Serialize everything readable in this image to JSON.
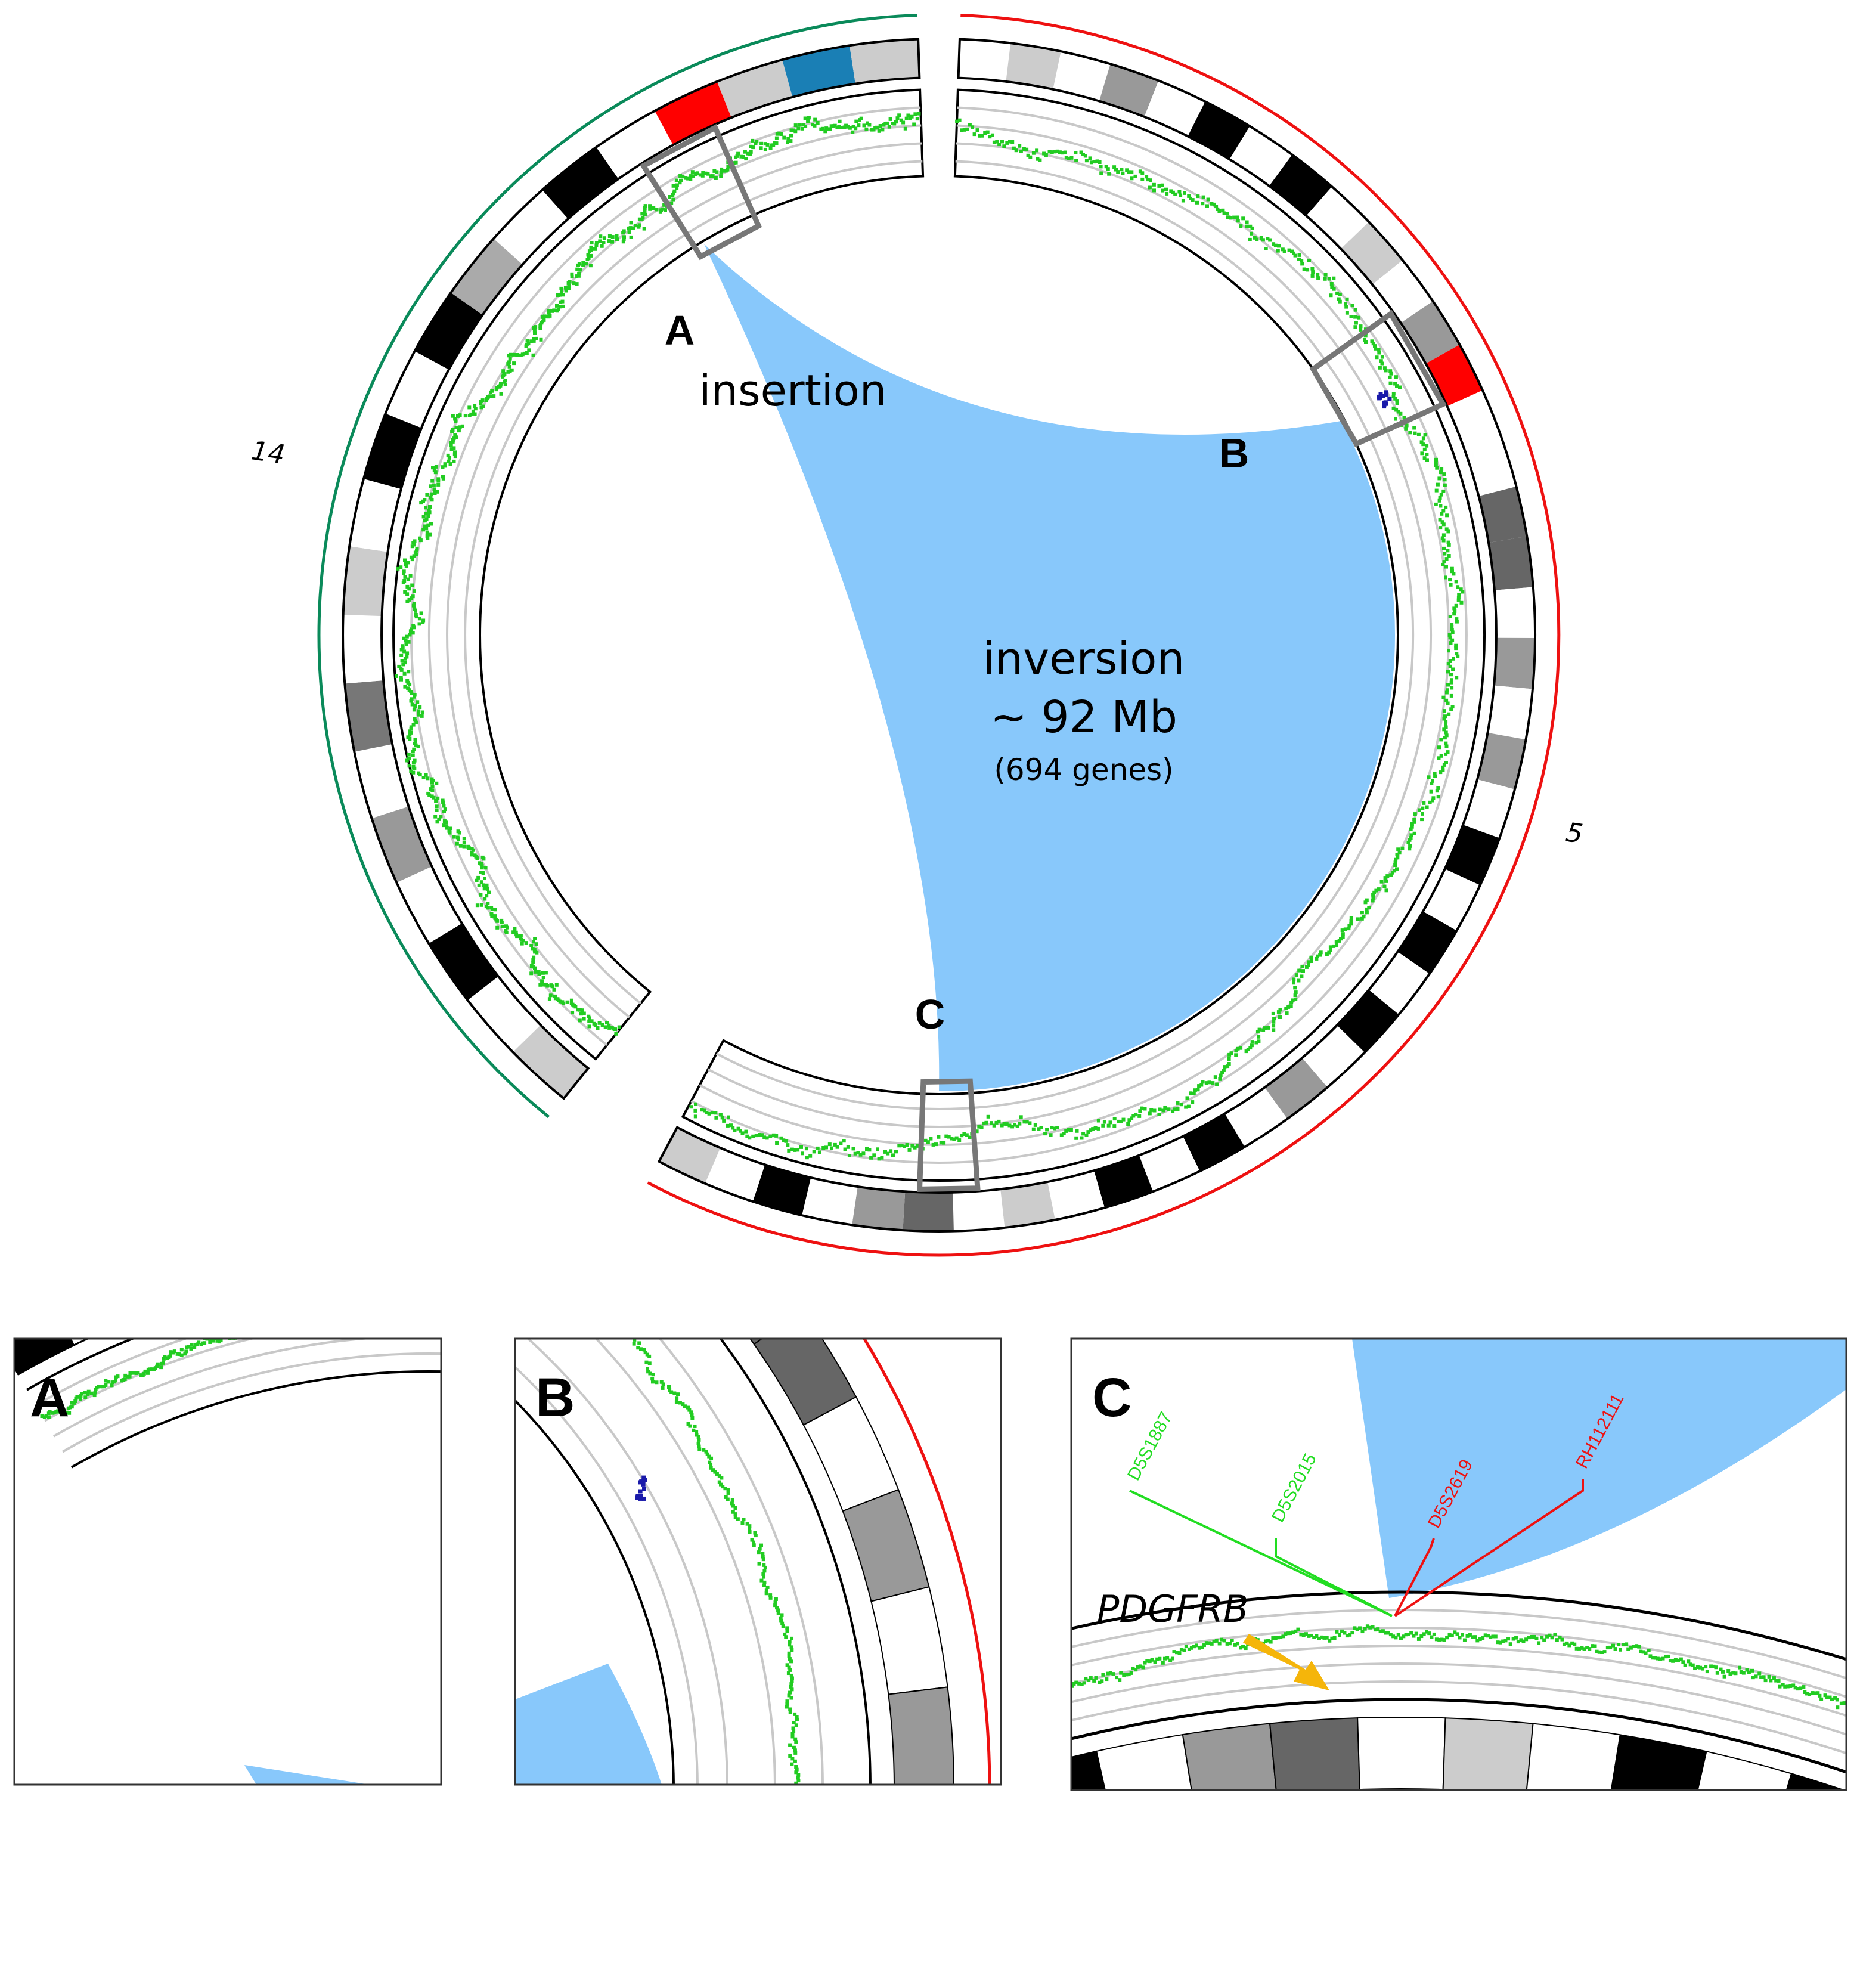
{
  "main": {
    "chrom_left_label": "14",
    "chrom_right_label": "5",
    "box_labels": [
      "A",
      "B",
      "C"
    ],
    "insertion_label": "insertion",
    "inversion_line1": "inversion",
    "inversion_line2": "~ 92 Mb",
    "inversion_line3": "(694 genes)"
  },
  "panels": {
    "a": {
      "label": "A"
    },
    "b": {
      "label": "B"
    },
    "c": {
      "label": "C",
      "gene_label": "PDGFRB",
      "markers": [
        {
          "name": "D5S1887",
          "color": "#22dd22"
        },
        {
          "name": "D5S2015",
          "color": "#22dd22"
        },
        {
          "name": "D5S2619",
          "color": "#ee1111"
        },
        {
          "name": "RH112111",
          "color": "#ee1111"
        }
      ]
    }
  },
  "colors": {
    "chr14_outline": "#0a8a5a",
    "chr5_outline": "#ee1111",
    "link_fill": "#88c8fb",
    "cnv_points": "#22cc22",
    "outlier_points": "#1a1aaa",
    "box_stroke": "#777777",
    "arrow": "#f5b50a",
    "band_highlight_red": "#ff0000",
    "band_highlight_blue": "#1a7fb5"
  }
}
